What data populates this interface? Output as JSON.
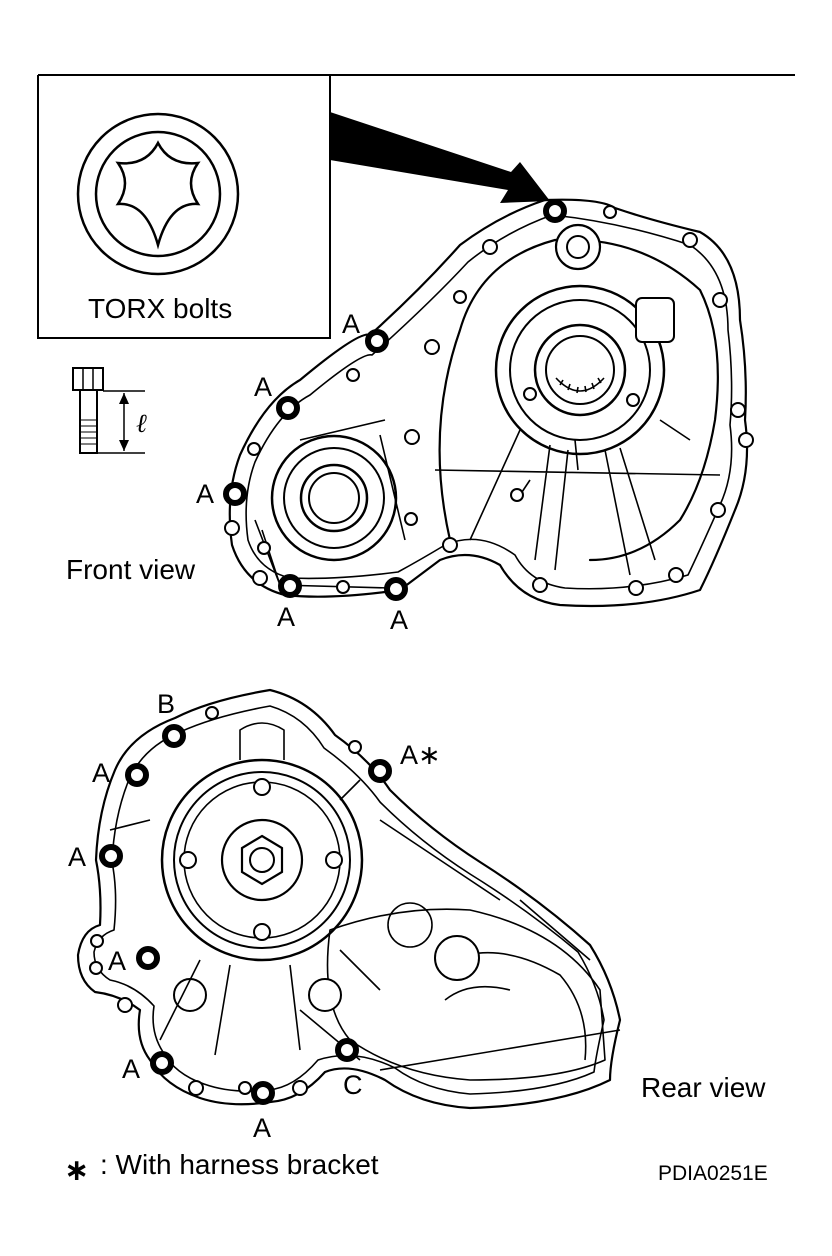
{
  "legend": {
    "torx_label": "TORX bolts",
    "length_symbol": "ℓ",
    "footnote_symbol": "∗",
    "footnote_text": ": With harness bracket"
  },
  "front_view": {
    "title": "Front view",
    "bolt_labels": [
      "A",
      "A",
      "A",
      "A",
      "A"
    ]
  },
  "rear_view": {
    "title": "Rear view",
    "bolt_labels": [
      "B",
      "A",
      "A∗",
      "A",
      "A",
      "A",
      "C",
      "A"
    ]
  },
  "figure_code": "PDIA0251E"
}
